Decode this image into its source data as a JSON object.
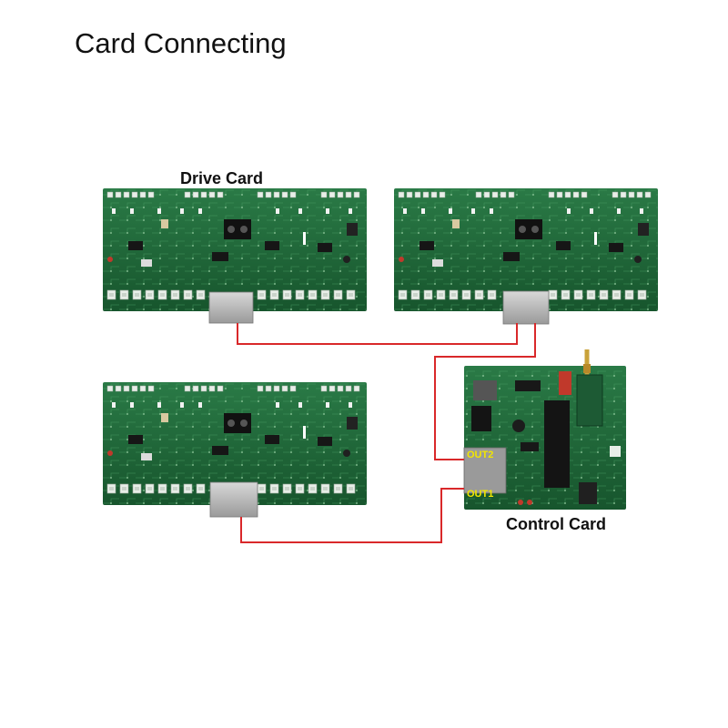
{
  "title": "Card Connecting",
  "drive_card_label": "Drive Card",
  "control_card_label": "Control Card",
  "ports": {
    "out2": "OUT2",
    "out1": "OUT1"
  },
  "colors": {
    "pcb_green": "#1f6b3a",
    "wire_red": "#d9282a",
    "port_label_yellow": "#f2e600",
    "connector_white": "#e8eee8"
  }
}
